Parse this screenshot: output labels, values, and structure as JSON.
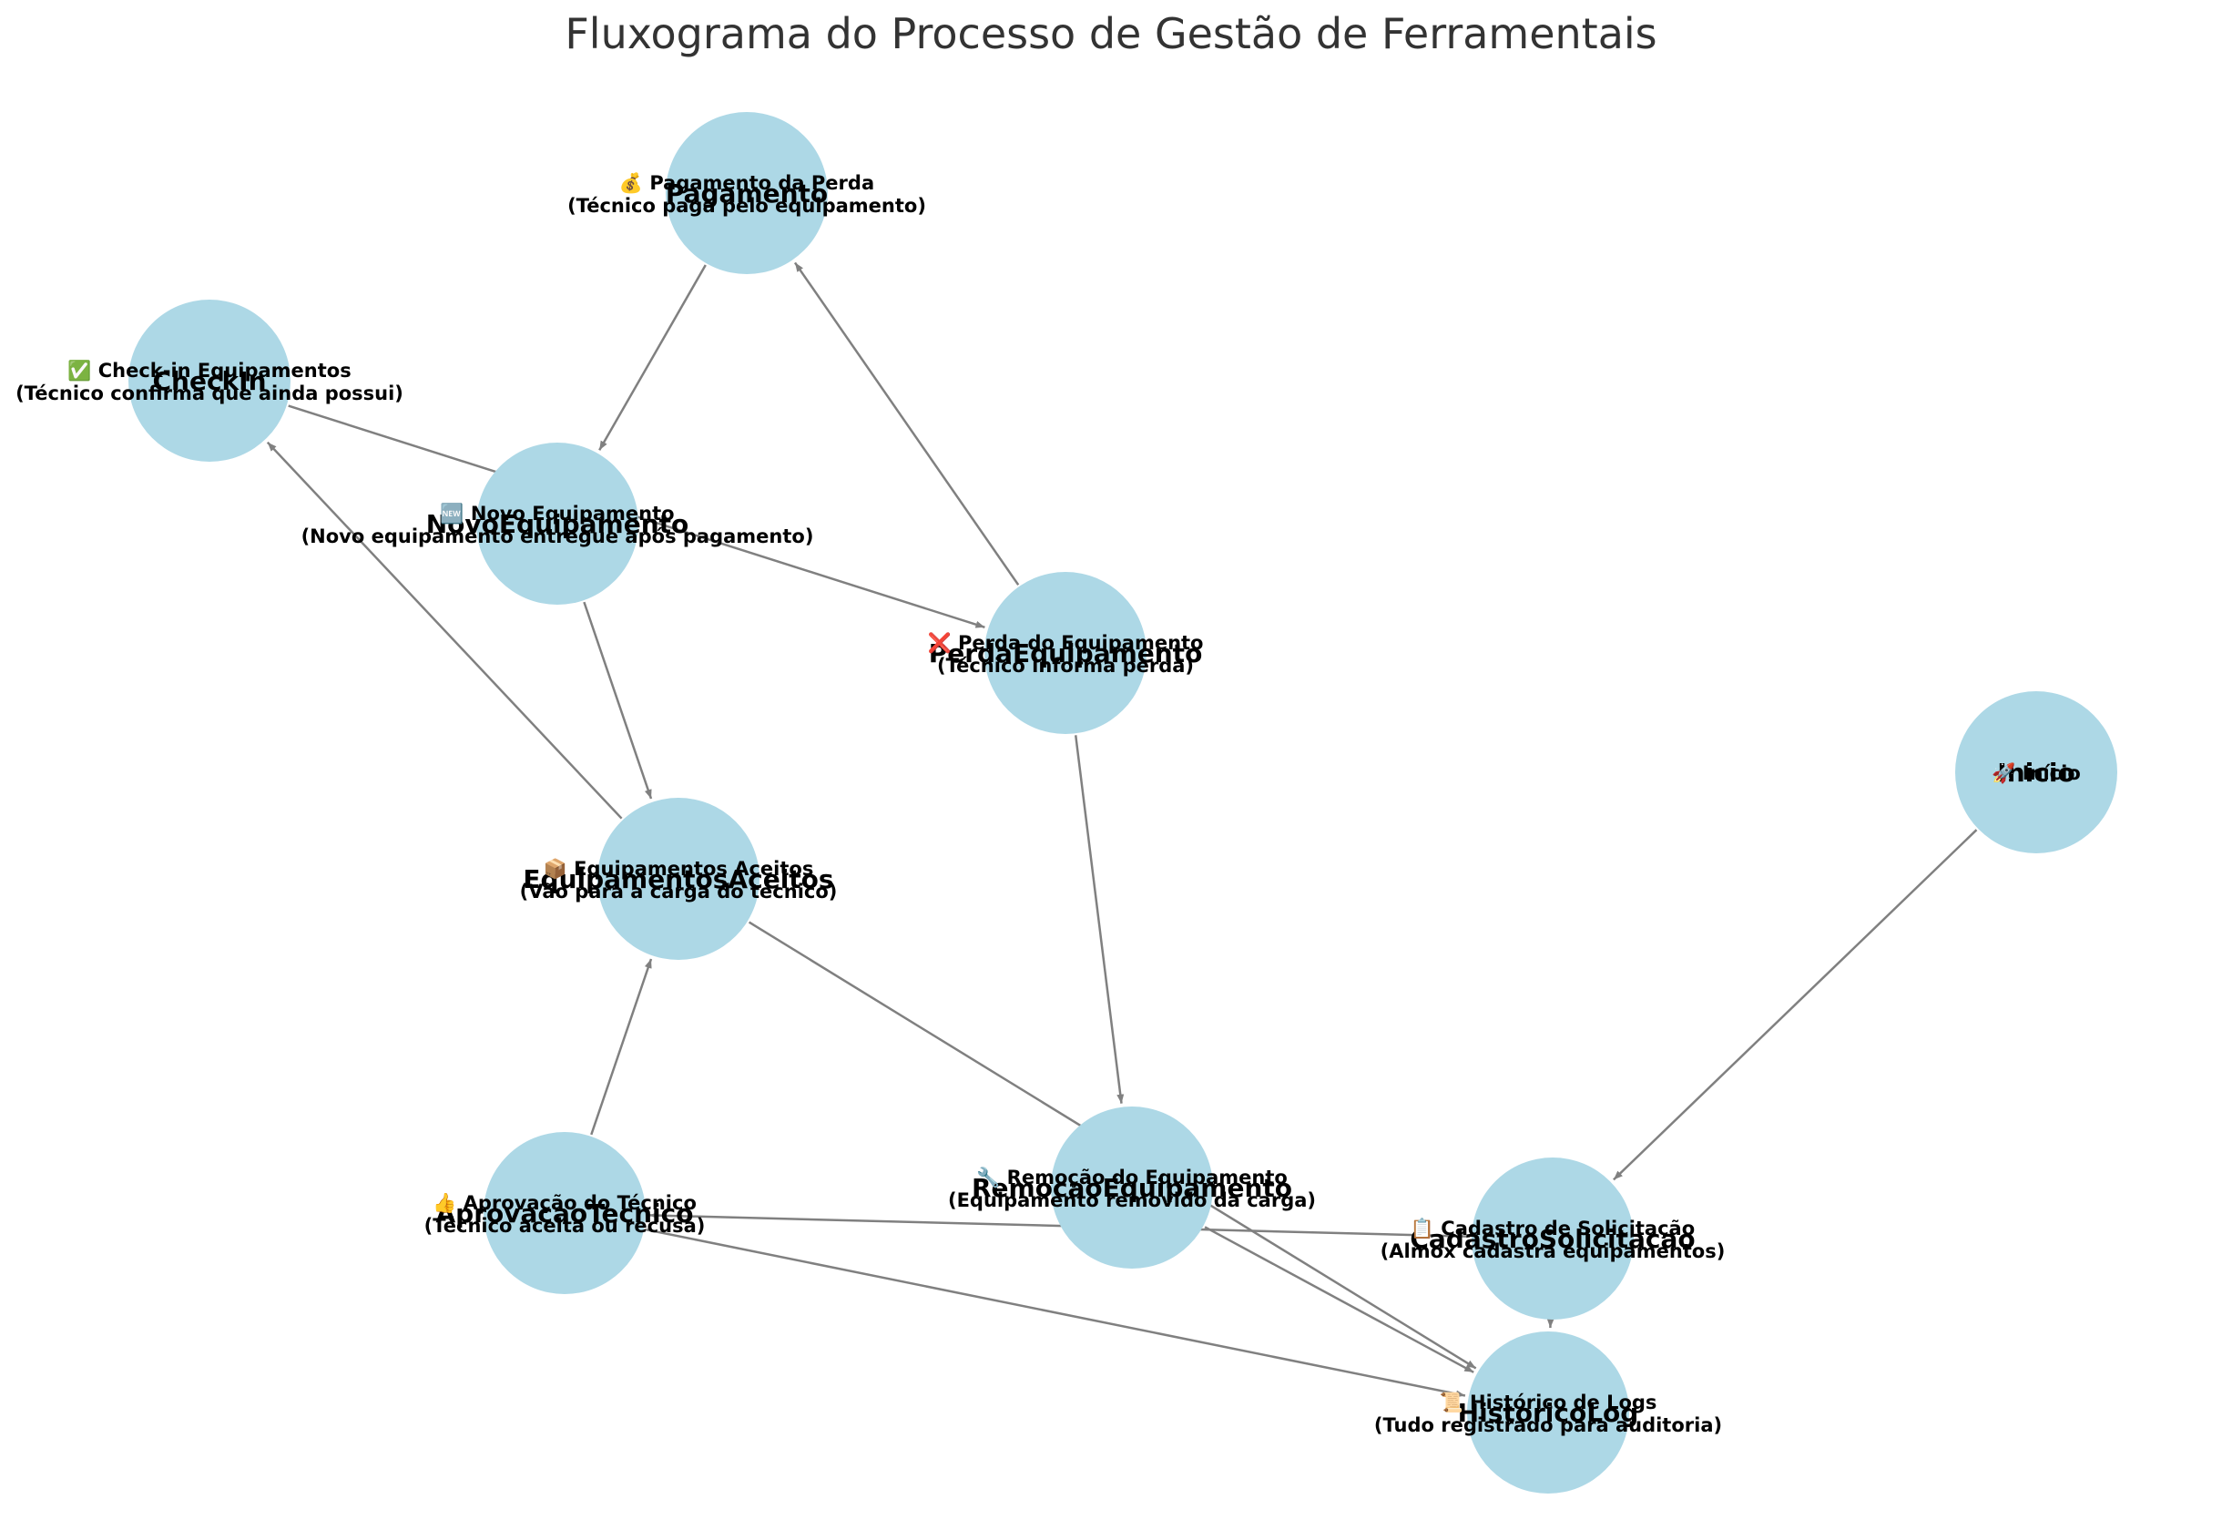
{
  "diagram": {
    "title": "Fluxograma do Processo de Gestão de Ferramentais",
    "colors": {
      "node_fill": "#add8e6",
      "edge": "#808080",
      "title": "#333333",
      "text": "#000000"
    },
    "nodes": [
      {
        "id": "Pagamento",
        "name": "Pagamento",
        "label_line1": "💰 Pagamento da Perda",
        "label_line2": "(Técnico paga pelo equipamento)"
      },
      {
        "id": "CheckIn",
        "name": "CheckIn",
        "label_line1": "✅ Check-in Equipamentos",
        "label_line2": "(Técnico confirma que ainda possui)"
      },
      {
        "id": "NovoEquipamento",
        "name": "NovoEquipamento",
        "label_line1": "🆕 Novo Equipamento",
        "label_line2": "(Novo equipamento entregue após pagamento)"
      },
      {
        "id": "PerdaEquipamento",
        "name": "PerdaEquipamento",
        "label_line1": "❌ Perda do Equipamento",
        "label_line2": "(Técnico informa perda)"
      },
      {
        "id": "Inicio",
        "name": "Inicio",
        "label_line1": "🚀 Início",
        "label_line2": ""
      },
      {
        "id": "EquipamentosAceitos",
        "name": "EquipamentosAceitos",
        "label_line1": "📦 Equipamentos Aceitos",
        "label_line2": "(Vão para a carga do técnico)"
      },
      {
        "id": "AprovacaoTecnico",
        "name": "AprovacaoTecnico",
        "label_line1": "👍 Aprovação do Técnico",
        "label_line2": "(Técnico aceita ou recusa)"
      },
      {
        "id": "RemocaoEquipamento",
        "name": "RemocaoEquipamento",
        "label_line1": "🔧 Remoção do Equipamento",
        "label_line2": "(Equipamento removido da carga)"
      },
      {
        "id": "CadastroSolicitacao",
        "name": "CadastroSolicitacao",
        "label_line1": "📋 Cadastro de Solicitação",
        "label_line2": "(Almox cadastra equipamentos)"
      },
      {
        "id": "HistoricoLog",
        "name": "HistoricoLog",
        "label_line1": "📜 Histórico de Logs",
        "label_line2": "(Tudo registrado para auditoria)"
      }
    ],
    "edges": [
      {
        "from": "Inicio",
        "to": "CadastroSolicitacao"
      },
      {
        "from": "CadastroSolicitacao",
        "to": "AprovacaoTecnico"
      },
      {
        "from": "CadastroSolicitacao",
        "to": "HistoricoLog"
      },
      {
        "from": "AprovacaoTecnico",
        "to": "EquipamentosAceitos"
      },
      {
        "from": "AprovacaoTecnico",
        "to": "HistoricoLog"
      },
      {
        "from": "EquipamentosAceitos",
        "to": "CheckIn"
      },
      {
        "from": "EquipamentosAceitos",
        "to": "HistoricoLog"
      },
      {
        "from": "CheckIn",
        "to": "PerdaEquipamento"
      },
      {
        "from": "PerdaEquipamento",
        "to": "Pagamento"
      },
      {
        "from": "PerdaEquipamento",
        "to": "RemocaoEquipamento"
      },
      {
        "from": "Pagamento",
        "to": "NovoEquipamento"
      },
      {
        "from": "NovoEquipamento",
        "to": "EquipamentosAceitos"
      },
      {
        "from": "RemocaoEquipamento",
        "to": "HistoricoLog"
      }
    ]
  }
}
